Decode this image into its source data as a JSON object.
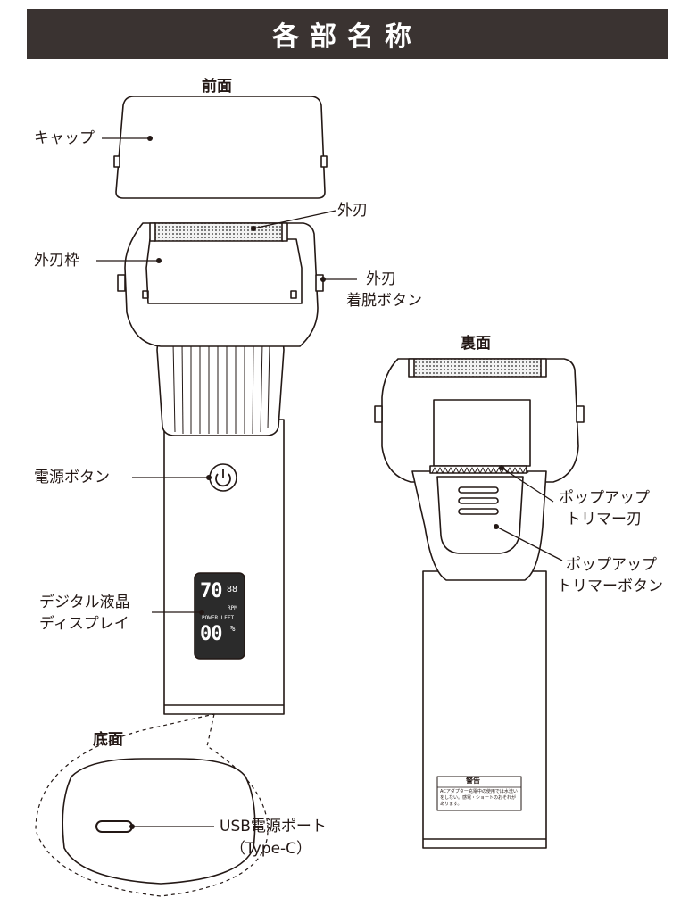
{
  "title": "各部名称",
  "views": {
    "front": "前面",
    "back": "裏面",
    "bottom": "底面"
  },
  "labels": {
    "cap": "キャップ",
    "outer_blade": "外刃",
    "outer_frame": "外刃枠",
    "release_line1": "外刃",
    "release_line2": "着脱ボタン",
    "power_button": "電源ボタン",
    "lcd_line1": "デジタル液晶",
    "lcd_line2": "ディスプレイ",
    "trimmer_blade_line1": "ポップアップ",
    "trimmer_blade_line2": "トリマー刃",
    "trimmer_button_line1": "ポップアップ",
    "trimmer_button_line2": "トリマーボタン",
    "usb_line1": "USB電源ポート",
    "usb_line2": "（Type-C）"
  },
  "lcd": {
    "top_digits": "70",
    "small_digits": "88",
    "unit": "RPM",
    "caption": "POWER LEFT",
    "percent_digits": "00",
    "percent_sign": "%"
  },
  "warning_label": {
    "heading": "警告",
    "body": "ACアダプター充電中の使用では水洗いをしない。感電・ショートのおそれがあります。"
  }
}
